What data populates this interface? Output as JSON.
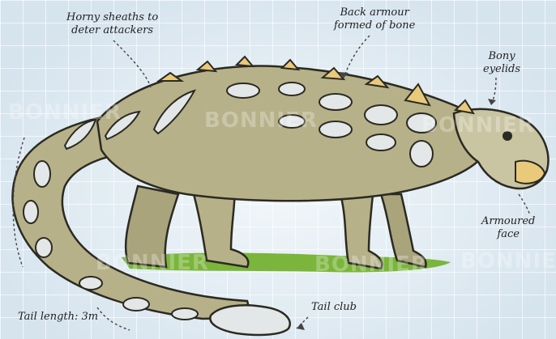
{
  "labels": {
    "horny_sheaths": "Horny sheaths to\ndeter attackers",
    "back_armour": "Back armour\nformed of bone",
    "bony_eyelids": "Bony\neyelids",
    "armoured_face": "Armoured\nface",
    "tail_length": "Tail length: 3m",
    "tail_club": "Tail club"
  },
  "watermark": "BONNIER",
  "colors": {
    "background": "#dfeaf2",
    "body": "#b6b188",
    "plates": "#e4e7e8",
    "spikes": "#e9c97a",
    "ground": "#7bb53b",
    "outline": "#2b2a22"
  }
}
